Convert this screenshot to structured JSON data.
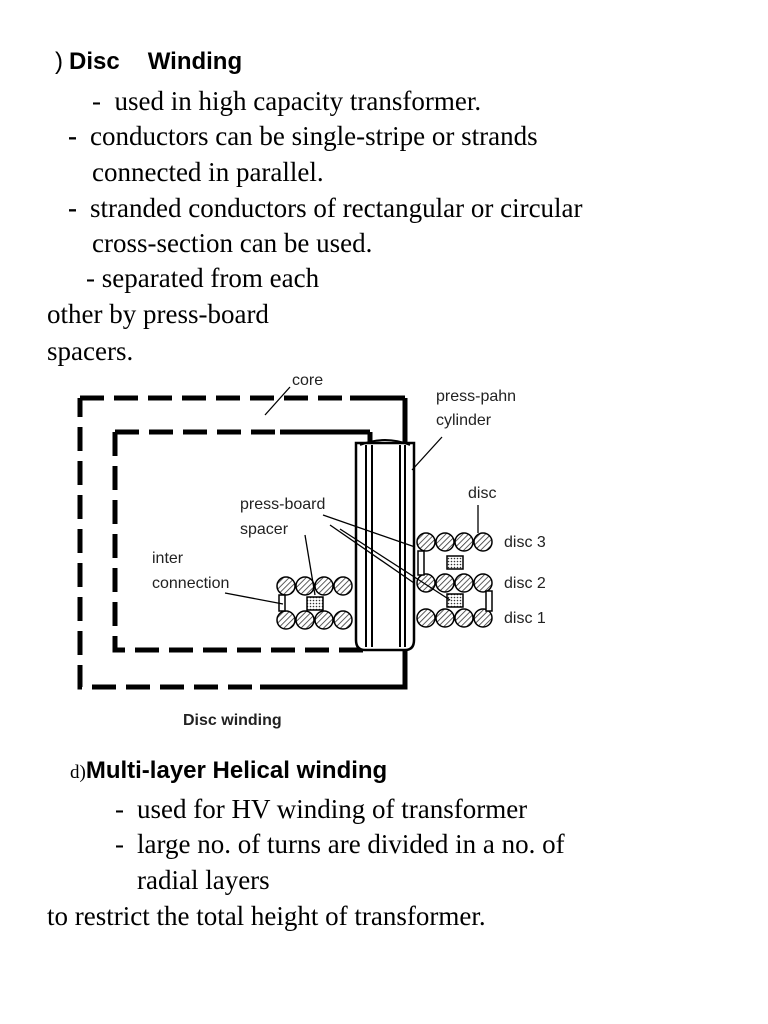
{
  "section_c": {
    "prefix": ")",
    "title_word1": "Disc",
    "title_word2": "Winding",
    "bullets": [
      "used in high capacity transformer.",
      "conductors can be single-stripe or strands",
      "connected in parallel.",
      "stranded conductors  of rectangular or circular",
      "cross-section can be used.",
      "separated from each",
      "other by press-board",
      "spacers."
    ],
    "dash": "-"
  },
  "diagram": {
    "labels": {
      "core": "core",
      "press_pahn_1": "press-pahn",
      "press_pahn_2": "cylinder",
      "disc": "disc",
      "press_board_1": "press-board",
      "press_board_2": "spacer",
      "inter_1": "inter",
      "inter_2": "connection",
      "disc3": "disc 3",
      "disc2": "disc 2",
      "disc1": "disc 1"
    },
    "caption": "Disc winding"
  },
  "section_d": {
    "prefix": "d)",
    "title": "Multi-layer Helical winding",
    "bullets": [
      "used for HV winding of transformer",
      "large no. of turns are divided in a no. of",
      "radial layers",
      "to restrict the total height of transformer."
    ],
    "dash": "-"
  }
}
